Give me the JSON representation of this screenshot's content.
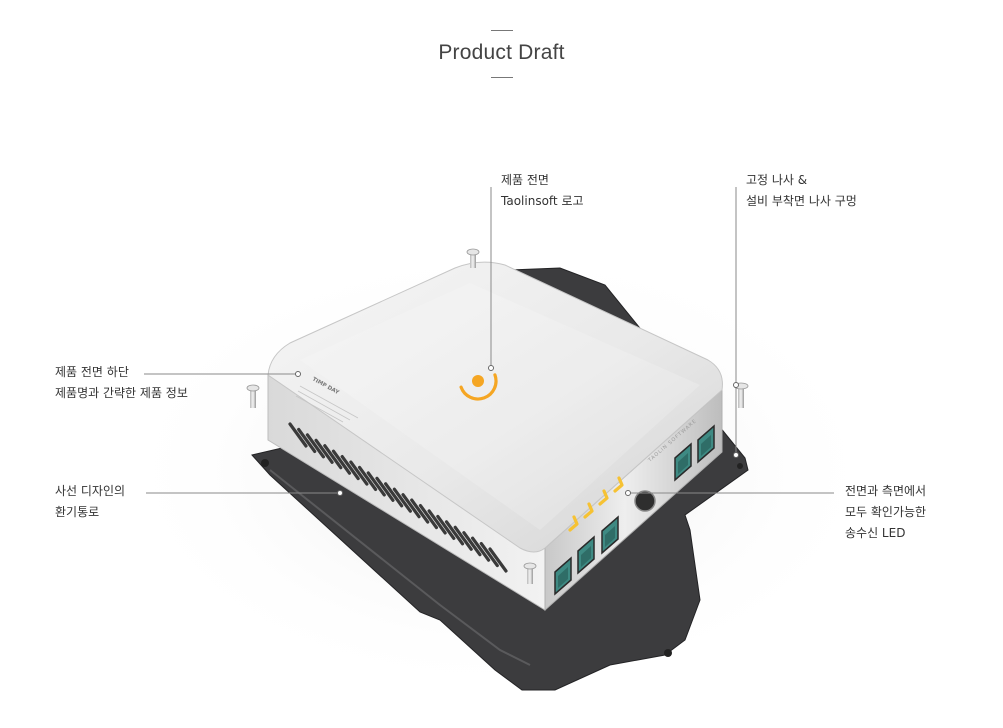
{
  "page": {
    "title": "Product Draft"
  },
  "device": {
    "top_label": "TIMP DAY",
    "side_label": "TAOLIN SOFTWARE"
  },
  "callouts": [
    {
      "id": "front-logo",
      "lines": [
        "제품 전면",
        "Taolinsoft 로고"
      ]
    },
    {
      "id": "fixing-screw",
      "lines": [
        "고정 나사 &",
        "설비 부착면 나사 구멍"
      ]
    },
    {
      "id": "front-bottom",
      "lines": [
        "제품 전면 하단",
        "제품명과 간략한 제품 정보"
      ]
    },
    {
      "id": "vent",
      "lines": [
        "사선 디자인의",
        "환기통로"
      ]
    },
    {
      "id": "led",
      "lines": [
        "전면과 측면에서",
        "모두 확인가능한",
        "송수신 LED"
      ]
    }
  ],
  "colors": {
    "accent": "#f5a623",
    "led": "#f6c233",
    "port": "#3e8a83",
    "base": "#3a3a3c",
    "leader_line": "#888888"
  }
}
